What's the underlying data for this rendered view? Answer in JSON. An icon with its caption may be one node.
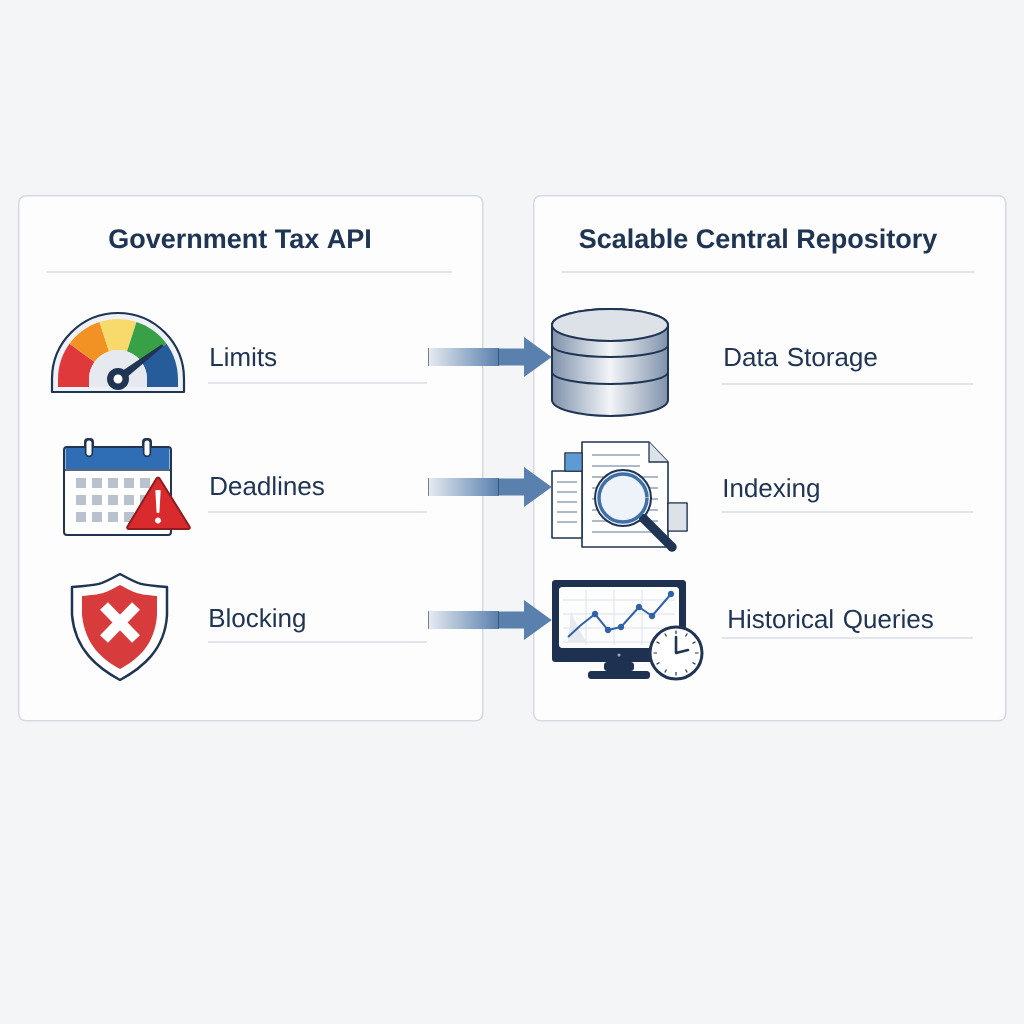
{
  "diagram": {
    "nodes": [
      {
        "text": [
          "Government Tax API"
        ]
      },
      {
        "text": [
          "Limits"
        ],
        "in": 0
      },
      {
        "text": [
          "Deadlines"
        ],
        "in": 0
      },
      {
        "text": [
          "Blocking"
        ],
        "in": 0
      },
      {
        "text": [
          "Scalable Central Repository"
        ]
      },
      {
        "text": [
          "Data Storage"
        ],
        "in": 4
      },
      {
        "text": [
          "Indexing"
        ],
        "in": 4
      },
      {
        "text": [
          "Historical Queries"
        ],
        "in": 4
      }
    ],
    "edges": [
      {
        "from": 1,
        "to": 5,
        "arrow": "to"
      },
      {
        "from": 2,
        "to": 6,
        "arrow": "to"
      },
      {
        "from": 3,
        "to": 7,
        "arrow": "to"
      }
    ]
  }
}
